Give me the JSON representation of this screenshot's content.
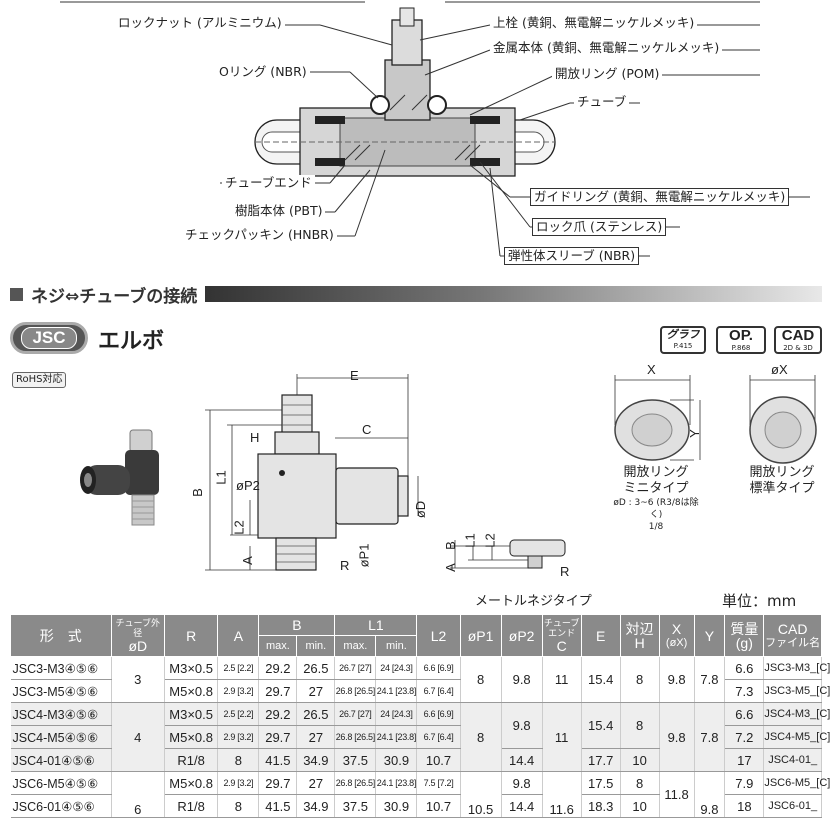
{
  "cross_section": {
    "callouts": [
      "ロックナット (アルミニウム)",
      "Oリング (NBR)",
      "上栓 (黄銅、無電解ニッケルメッキ)",
      "金属本体 (黄銅、無電解ニッケルメッキ)",
      "開放リング (POM)",
      "チューブ",
      "チューブエンド",
      "樹脂本体 (PBT)",
      "チェックパッキン (HNBR)",
      "ガイドリング (黄銅、無電解ニッケルメッキ)",
      "ロック爪 (ステンレス)",
      "弾性体スリーブ (NBR)"
    ]
  },
  "section": {
    "title": "ネジ⇔チューブの接続"
  },
  "product": {
    "badge": "JSC",
    "name": "エルボ",
    "rohs": "RoHS対応",
    "refs": [
      {
        "big": "グラフ",
        "small": "P.415"
      },
      {
        "big": "OP.",
        "small": "P.868"
      },
      {
        "big": "CAD",
        "small": "2D & 3D"
      }
    ]
  },
  "drawing": {
    "dims": {
      "E": "E",
      "C": "C",
      "H": "H",
      "B": "B",
      "L1": "L1",
      "L2": "L2",
      "P2": "øP2",
      "P1": "øP1",
      "D": "øD",
      "A": "A",
      "R": "R",
      "X": "X",
      "Y": "Y",
      "oX": "øX"
    },
    "mini_label_1": "開放リング",
    "mini_label_2": "ミニタイプ",
    "mini_note_1": "øD : 3~6 (R3/8は除く)",
    "mini_note_2": "1/8",
    "std_label_1": "開放リング",
    "std_label_2": "標準タイプ",
    "metric_caption": "メートルネジタイプ"
  },
  "unit_label": "単位：mm",
  "table": {
    "headers": {
      "model": "形　式",
      "tube_od_top": "チューブ外径",
      "tube_od_bottom": "øD",
      "r": "R",
      "a": "A",
      "b": "B",
      "l1": "L1",
      "max": "max.",
      "min": "min.",
      "l2": "L2",
      "p1": "øP1",
      "p2": "øP2",
      "c_top": "チューブエンド",
      "c_bottom": "C",
      "e": "E",
      "h_top": "対辺",
      "h_bottom": "H",
      "x_top": "X",
      "x_bottom": "(øX)",
      "y": "Y",
      "mass_top": "質量",
      "mass_bottom": "(g)",
      "cad_top": "CAD",
      "cad_bottom": "ファイル名"
    },
    "rows": [
      {
        "model": "JSC3-M3④⑤⑥",
        "od": "3",
        "r": "M3×0.5",
        "a": "2.5 [2.2]",
        "bmax": "29.2",
        "bmin": "26.5",
        "l1max": "26.7 [27]",
        "l1min": "24 [24.3]",
        "l2": "6.6 [6.9]",
        "p1": "8",
        "p2": "9.8",
        "c": "11",
        "e": "15.4",
        "h": "8",
        "x": "9.8",
        "y": "7.8",
        "mass": "6.6",
        "cad": "JSC3-M3_[C]"
      },
      {
        "model": "JSC3-M5④⑤⑥",
        "r": "M5×0.8",
        "a": "2.9 [3.2]",
        "bmax": "29.7",
        "bmin": "27",
        "l1max": "26.8 [26.5]",
        "l1min": "24.1 [23.8]",
        "l2": "6.7 [6.4]",
        "mass": "7.3",
        "cad": "JSC3-M5_[C]"
      },
      {
        "model": "JSC4-M3④⑤⑥",
        "od": "4",
        "r": "M3×0.5",
        "a": "2.5 [2.2]",
        "bmax": "29.2",
        "bmin": "26.5",
        "l1max": "26.7 [27]",
        "l1min": "24 [24.3]",
        "l2": "6.6 [6.9]",
        "p1": "8",
        "p2": "9.8",
        "c": "11",
        "e": "15.4",
        "h": "8",
        "x": "9.8",
        "y": "7.8",
        "mass": "6.6",
        "cad": "JSC4-M3_[C]"
      },
      {
        "model": "JSC4-M5④⑤⑥",
        "r": "M5×0.8",
        "a": "2.9 [3.2]",
        "bmax": "29.7",
        "bmin": "27",
        "l1max": "26.8 [26.5]",
        "l1min": "24.1 [23.8]",
        "l2": "6.7 [6.4]",
        "mass": "7.2",
        "cad": "JSC4-M5_[C]"
      },
      {
        "model": "JSC4-01④⑤⑥",
        "r": "R1/8",
        "a": "8",
        "bmax": "41.5",
        "bmin": "34.9",
        "l1max": "37.5",
        "l1min": "30.9",
        "l2": "10.7",
        "p2": "14.4",
        "e": "17.7",
        "h": "10",
        "mass": "17",
        "cad": "JSC4-01_"
      },
      {
        "model": "JSC6-M5④⑤⑥",
        "od": "6",
        "r": "M5×0.8",
        "a": "2.9 [3.2]",
        "bmax": "29.7",
        "bmin": "27",
        "l1max": "26.8 [26.5]",
        "l1min": "24.1 [23.8]",
        "l2": "7.5 [7.2]",
        "p2": "9.8",
        "e": "17.5",
        "h": "8",
        "mass": "7.9",
        "cad": "JSC6-M5_[C]"
      },
      {
        "model": "JSC6-01④⑤⑥",
        "r": "R1/8",
        "a": "8",
        "bmax": "41.5",
        "bmin": "34.9",
        "l1max": "37.5",
        "l1min": "30.9",
        "l2": "10.7",
        "p1": "10.5",
        "p2": "14.4",
        "c": "11.6",
        "e": "18.3",
        "h": "10",
        "x": "11.8",
        "y": "9.8",
        "mass": "18",
        "cad": "JSC6-01_"
      }
    ]
  }
}
